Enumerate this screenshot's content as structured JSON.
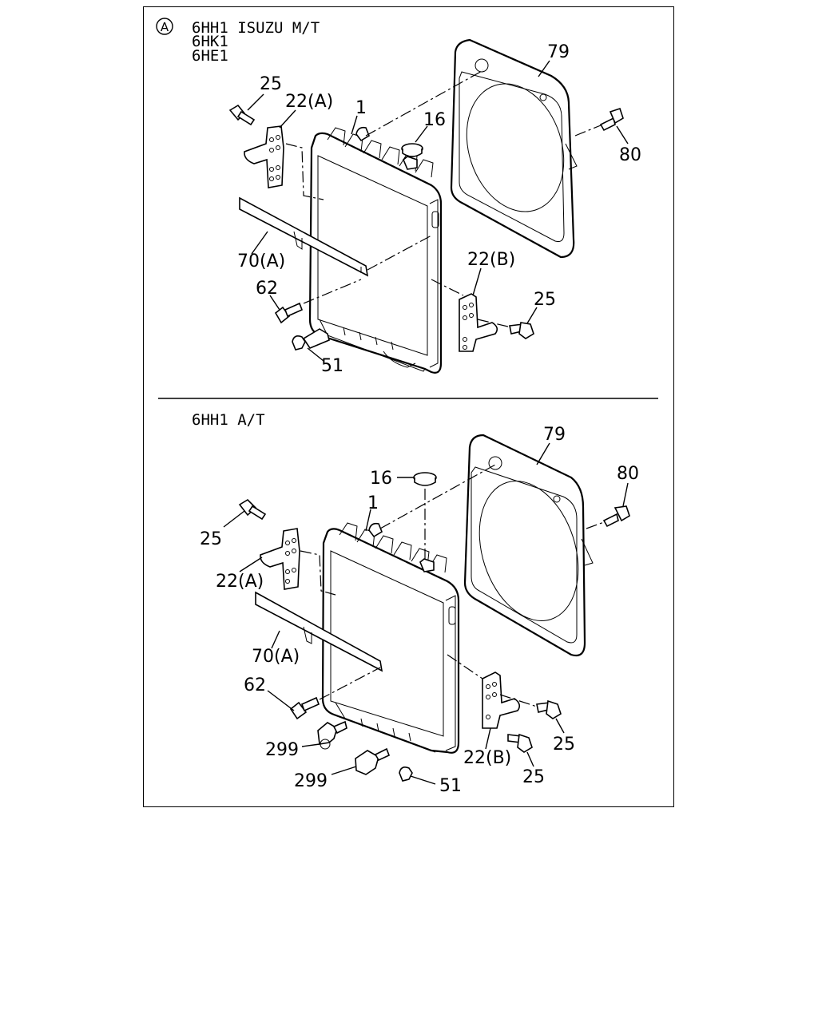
{
  "section_a": {
    "marker": "A",
    "title_lines": [
      "6HH1 ISUZU M/T",
      "6HK1",
      "6HE1"
    ],
    "callouts": {
      "c79": "79",
      "c25_top": "25",
      "c22a": "22(A)",
      "c1": "1",
      "c16": "16",
      "c80": "80",
      "c70a": "70(A)",
      "c22b": "22(B)",
      "c62": "62",
      "c25_right": "25",
      "c51": "51"
    }
  },
  "section_b": {
    "title": "6HH1 A/T",
    "callouts": {
      "c79": "79",
      "c16": "16",
      "c80": "80",
      "c1": "1",
      "c25_left": "25",
      "c22a": "22(A)",
      "c70a": "70(A)",
      "c62": "62",
      "c299_upper": "299",
      "c299_lower": "299",
      "c51": "51",
      "c25_right_upper": "25",
      "c22b": "22(B)",
      "c25_right_lower": "25"
    }
  }
}
